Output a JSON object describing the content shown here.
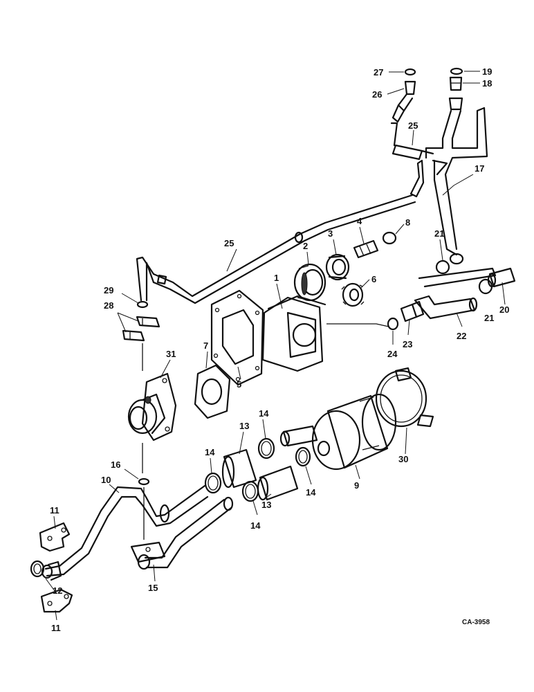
{
  "diagram": {
    "drawing_code": "CA-3958",
    "callouts": [
      "27",
      "19",
      "18",
      "26",
      "25",
      "17",
      "4",
      "8",
      "3",
      "21",
      "2",
      "1",
      "6",
      "20",
      "22",
      "23",
      "24",
      "29",
      "28",
      "31",
      "7",
      "5",
      "14",
      "13",
      "30",
      "9",
      "16",
      "10",
      "11",
      "12",
      "15"
    ]
  }
}
